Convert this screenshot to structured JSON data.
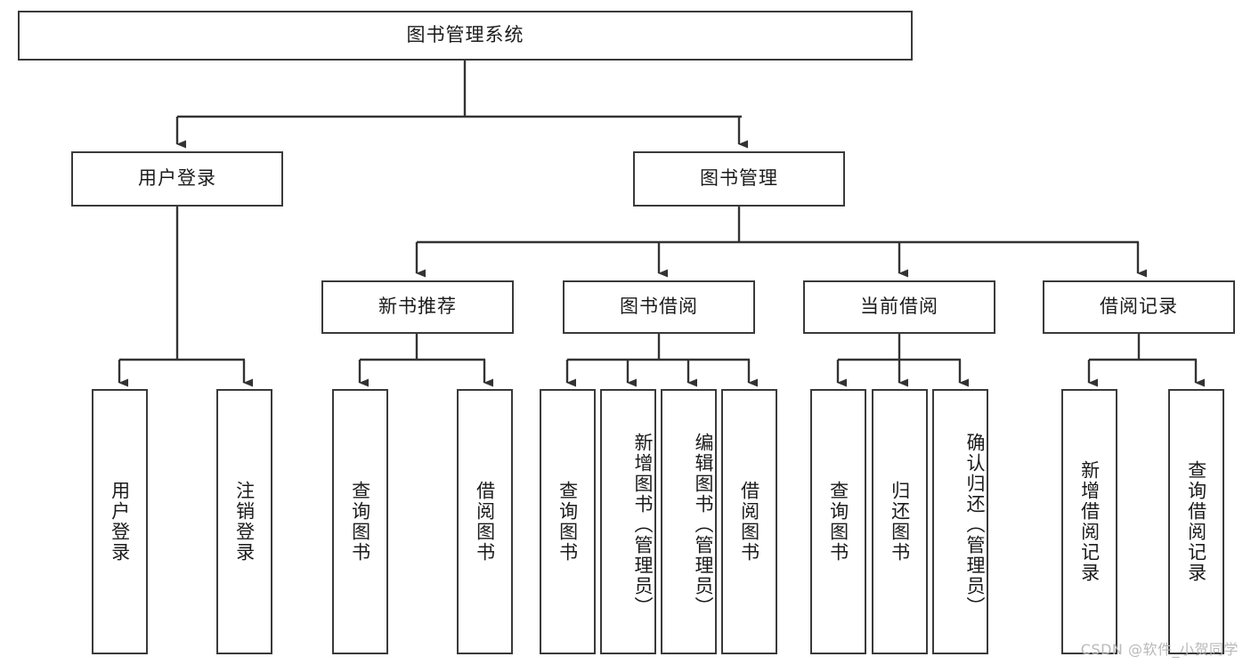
{
  "diagram": {
    "type": "tree-hierarchy",
    "title": "图书管理系统",
    "root": {
      "id": "root",
      "label": "图书管理系统"
    },
    "level2": [
      {
        "id": "user-login",
        "label": "用户登录"
      },
      {
        "id": "book-manage",
        "label": "图书管理"
      }
    ],
    "level3": [
      {
        "id": "new-book-recommend",
        "label": "新书推荐",
        "parent": "book-manage"
      },
      {
        "id": "book-borrow",
        "label": "图书借阅",
        "parent": "book-manage"
      },
      {
        "id": "current-borrow",
        "label": "当前借阅",
        "parent": "book-manage"
      },
      {
        "id": "borrow-record",
        "label": "借阅记录",
        "parent": "book-manage"
      }
    ],
    "leaves": {
      "user_login": [
        {
          "id": "leaf-user-login",
          "label": "用户登录"
        },
        {
          "id": "leaf-logout-login",
          "label": "注销登录"
        }
      ],
      "new_book_recommend": [
        {
          "id": "leaf-query-book-1",
          "label": "查询图书"
        },
        {
          "id": "leaf-borrow-book-1",
          "label": "借阅图书"
        }
      ],
      "book_borrow": [
        {
          "id": "leaf-query-book-2",
          "label": "查询图书"
        },
        {
          "id": "leaf-add-book",
          "label": "新增图书（管理员）"
        },
        {
          "id": "leaf-edit-book",
          "label": "编辑图书（管理员）"
        },
        {
          "id": "leaf-borrow-book-2",
          "label": "借阅图书"
        }
      ],
      "current_borrow": [
        {
          "id": "leaf-query-book-3",
          "label": "查询图书"
        },
        {
          "id": "leaf-return-book",
          "label": "归还图书"
        },
        {
          "id": "leaf-confirm-return",
          "label": "确认归还（管理员）"
        }
      ],
      "borrow_record": [
        {
          "id": "leaf-add-record",
          "label": "新增借阅记录"
        },
        {
          "id": "leaf-query-record",
          "label": "查询借阅记录"
        }
      ]
    }
  },
  "watermark": {
    "text": "CSDN @软件_小贺同学"
  },
  "colors": {
    "border": "#3a3a3a",
    "connector": "#333333",
    "background": "#ffffff",
    "text": "#1b1b1b",
    "watermark": "#b9b9b9"
  }
}
